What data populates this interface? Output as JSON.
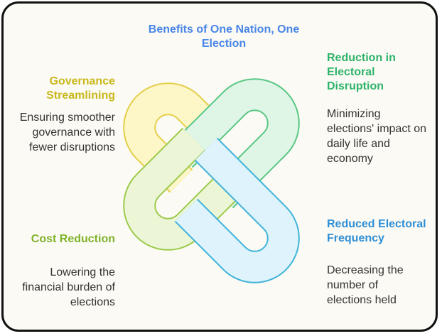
{
  "title": "Benefits of One Nation, One Election",
  "items": [
    {
      "heading": "Governance Streamlining",
      "description": "Ensuring smoother governance with fewer disruptions",
      "color": "#c9b81c",
      "fill": "#fdf6c7",
      "stroke": "#e4cf4a"
    },
    {
      "heading": "Reduction in Electoral Disruption",
      "description": "Minimizing elections' impact on daily life and economy",
      "color": "#2eb36a",
      "fill": "#dff5e6",
      "stroke": "#59c784"
    },
    {
      "heading": "Cost Reduction",
      "description": "Lowering the financial burden of elections",
      "color": "#7fb32b",
      "fill": "#ecf6d6",
      "stroke": "#9cca4c"
    },
    {
      "heading": "Reduced Electoral Frequency",
      "description": "Decreasing the number of elections held",
      "color": "#2f8fd6",
      "fill": "#def3fb",
      "stroke": "#3fb3d9"
    }
  ]
}
